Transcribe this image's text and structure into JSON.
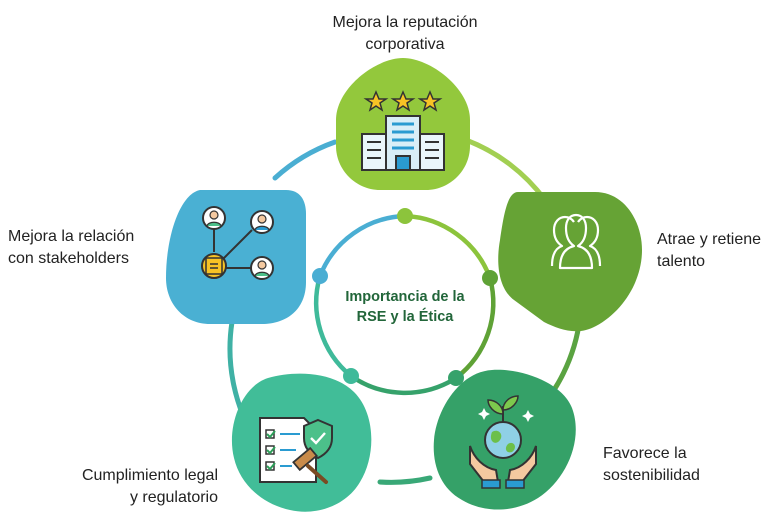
{
  "center": {
    "title_line1": "Importancia de la",
    "title_line2": "RSE y la Ética"
  },
  "items": [
    {
      "line1": "Mejora la reputación",
      "line2": "corporativa",
      "icon": "building-stars-icon"
    },
    {
      "line1": "Atrae y retiene",
      "line2": "talento",
      "icon": "people-group-icon"
    },
    {
      "line1": "Favorece la",
      "line2": "sostenibilidad",
      "icon": "plant-globe-hands-icon"
    },
    {
      "line1": "Cumplimiento legal",
      "line2": "y regulatorio",
      "icon": "checklist-gavel-icon"
    },
    {
      "line1": "Mejora la relación",
      "line2": "con stakeholders",
      "icon": "network-people-icon"
    }
  ],
  "colors": {
    "item1": "#93c83c",
    "item2": "#66a335",
    "item3": "#35a168",
    "item4": "#41bd98",
    "item5": "#4ab0d3",
    "center_text": "#22663a",
    "text": "#222222"
  }
}
